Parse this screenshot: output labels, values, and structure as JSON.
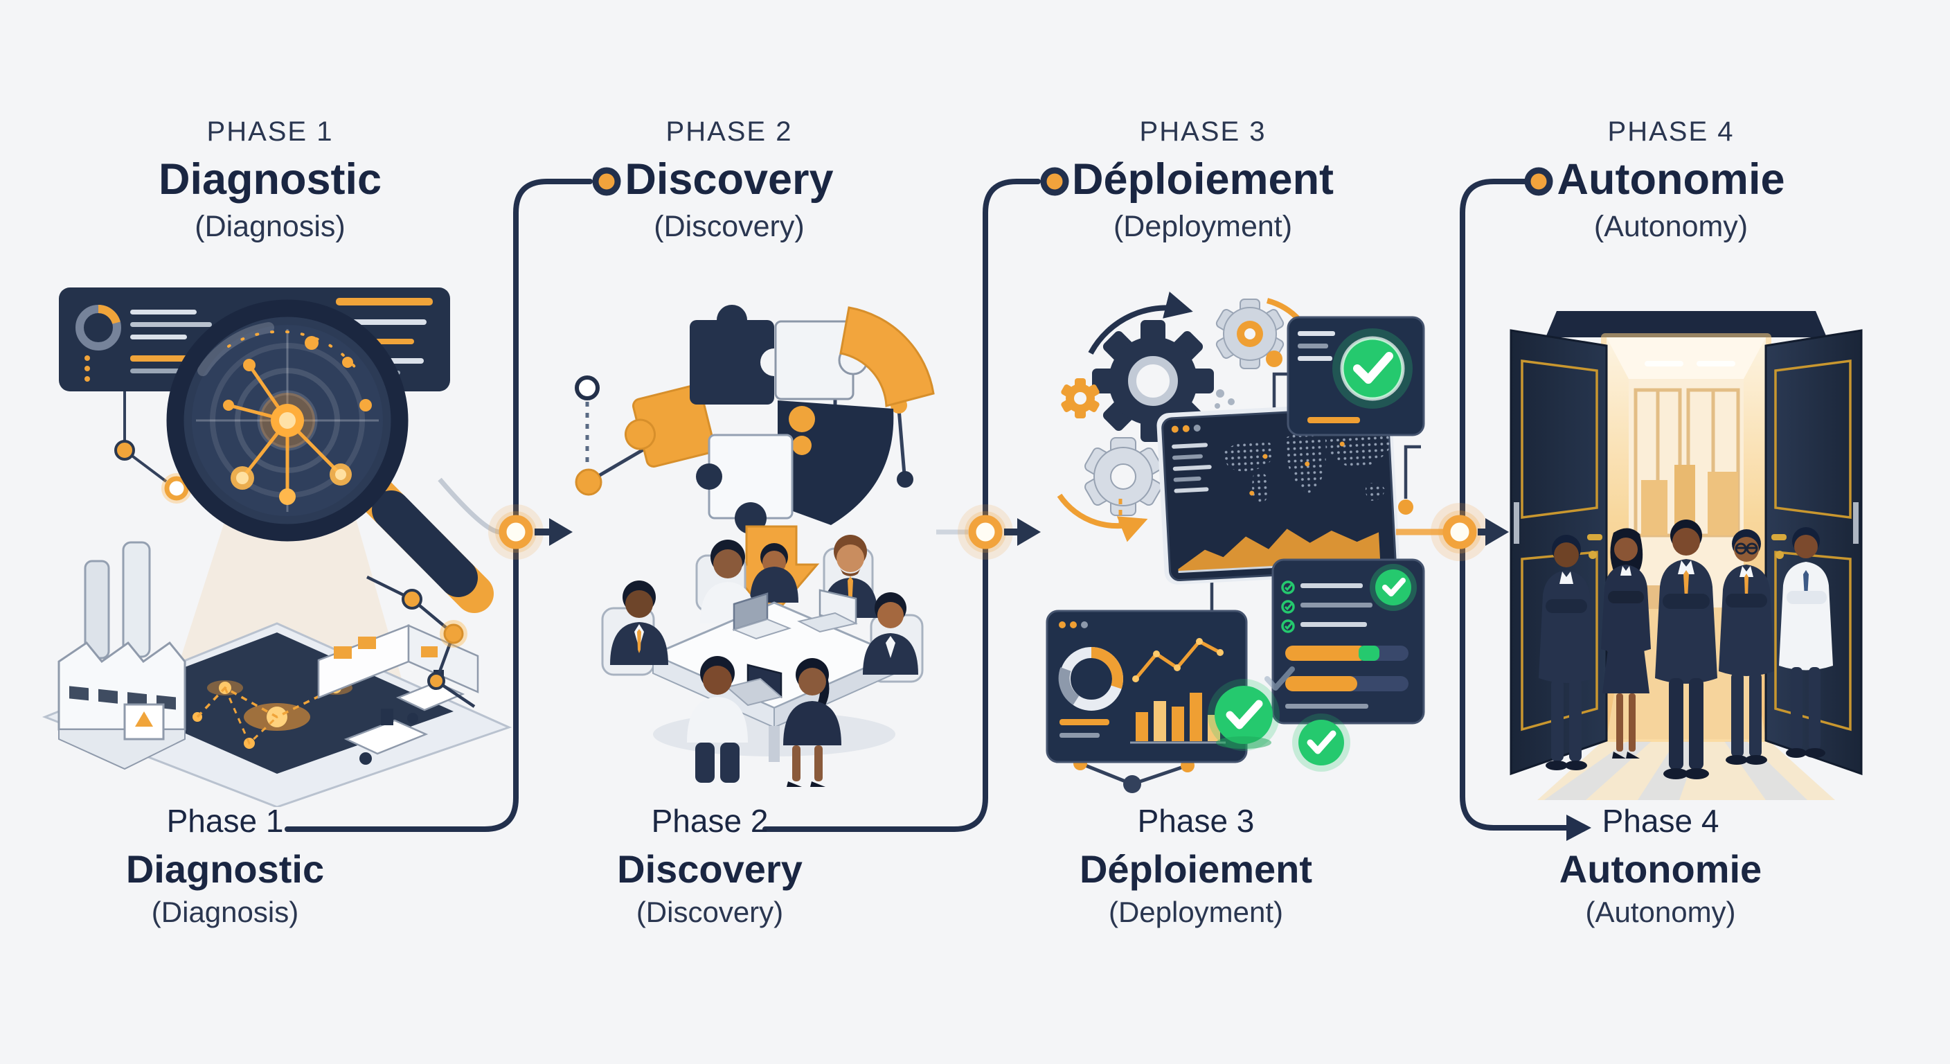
{
  "theme": {
    "bg": "#f4f5f7",
    "ink": "#1a2642",
    "ink-soft": "#2a3650",
    "line": "#22304d",
    "accent-orange": "#f2a33c",
    "accent-orange-deep": "#e08f26",
    "success-green": "#25c96e",
    "panel-navy": "#20304b",
    "glow": "#ffc66e"
  },
  "phases": [
    {
      "eyebrow": "PHASE 1",
      "title": "Diagnostic",
      "subtitle": "(Diagnosis)",
      "bottom_label": "Phase 1",
      "bottom_title": "Diagnostic",
      "bottom_subtitle": "(Diagnosis)",
      "illustration": "magnifying-glass-scanning-factory-floor"
    },
    {
      "eyebrow": "PHASE 2",
      "title": "Discovery",
      "subtitle": "(Discovery)",
      "bottom_label": "Phase 2",
      "bottom_title": "Discovery",
      "bottom_subtitle": "(Discovery)",
      "illustration": "puzzle-pieces-team-workshop-table"
    },
    {
      "eyebrow": "PHASE 3",
      "title": "Déploiement",
      "subtitle": "(Deployment)",
      "bottom_label": "Phase 3",
      "bottom_title": "Déploiement",
      "bottom_subtitle": "(Deployment)",
      "illustration": "gears-dashboards-green-checkmarks"
    },
    {
      "eyebrow": "PHASE 4",
      "title": "Autonomie",
      "subtitle": "(Autonomy)",
      "bottom_label": "Phase 4",
      "bottom_title": "Autonomie",
      "bottom_subtitle": "(Autonomy)",
      "illustration": "team-standing-before-open-glowing-doors"
    }
  ]
}
